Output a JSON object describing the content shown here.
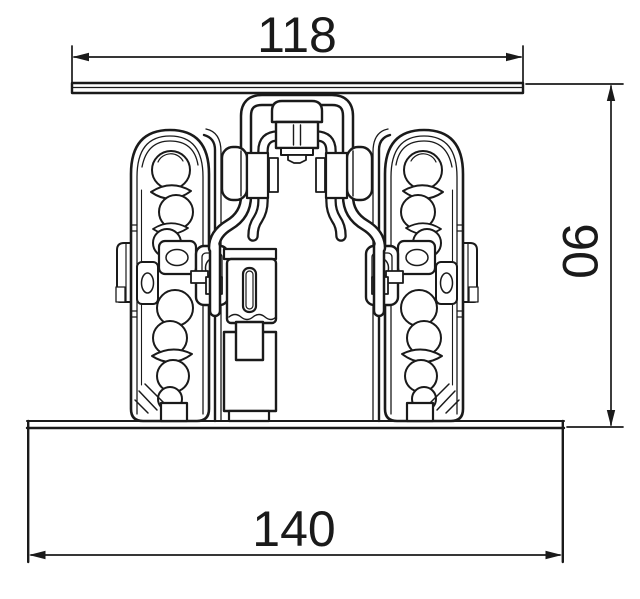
{
  "drawing": {
    "type": "technical-cross-section",
    "background_color": "#ffffff",
    "line_color": "#1a1a1a",
    "dimensions": {
      "top_width": "118",
      "side_height": "90",
      "bottom_width": "140"
    }
  }
}
